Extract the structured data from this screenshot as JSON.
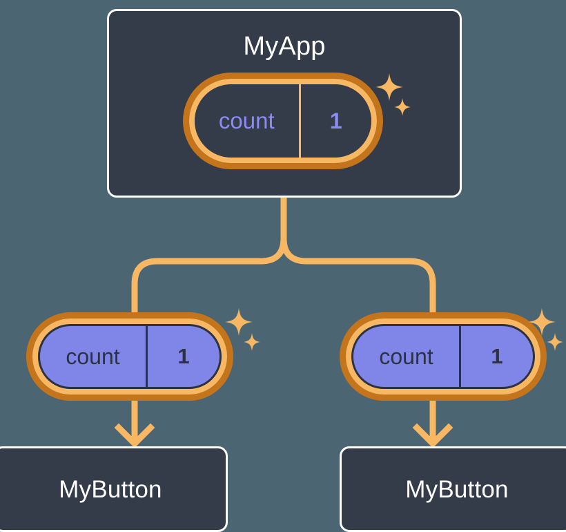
{
  "page": {
    "background_color": "#4c6572",
    "title": "React component state propagation diagram"
  },
  "palette": {
    "card_bg": "#343b49",
    "card_border": "#ffffff",
    "pill_ring_outer": "#c4741a",
    "pill_ring_inner": "#f8b863",
    "pill_fill_purple": "#8085e8",
    "state_text_purple": "#8b8bf5",
    "dark_text": "#2d3240",
    "connector": "#f8b863",
    "sparkle": "#f8b863"
  },
  "diagram": {
    "type": "component-tree",
    "root": {
      "id": "myapp",
      "label": "MyApp",
      "state": {
        "key": "count",
        "value": "1",
        "style": "outlined"
      },
      "sparkle": true
    },
    "branches": [
      {
        "id": "left-branch",
        "state": {
          "key": "count",
          "value": "1",
          "style": "filled"
        },
        "sparkle": true,
        "child": {
          "id": "mybutton-left",
          "label": "MyButton"
        }
      },
      {
        "id": "right-branch",
        "state": {
          "key": "count",
          "value": "1",
          "style": "filled"
        },
        "sparkle": true,
        "child": {
          "id": "mybutton-right",
          "label": "MyButton"
        }
      }
    ],
    "icons": {
      "sparkle_large": "sparkle-icon",
      "sparkle_small": "sparkle-small-icon",
      "arrow": "arrow-down-icon"
    }
  }
}
